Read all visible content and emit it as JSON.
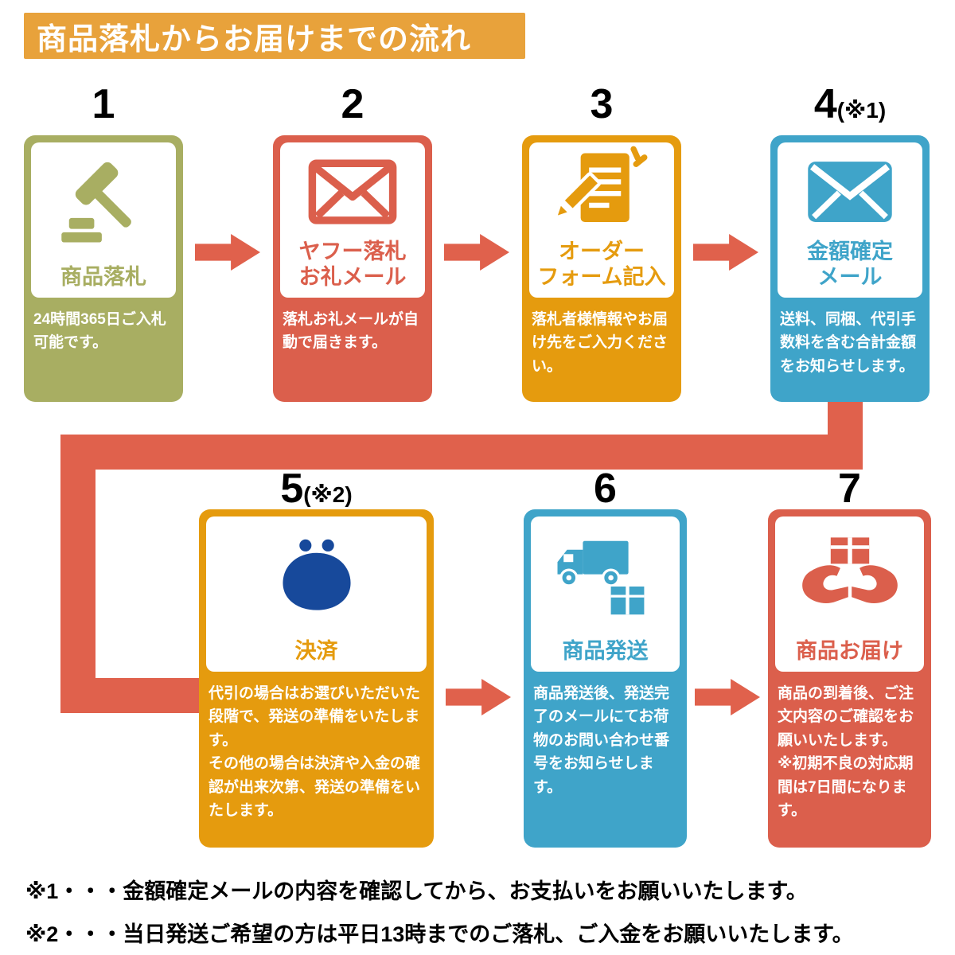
{
  "header": {
    "title": "商品落札からお届けまでの流れ"
  },
  "colors": {
    "header_bg": "#E8A23B",
    "arrow": "#E0614C",
    "purse_icon": "#17499B",
    "number_text": "#000000"
  },
  "steps": [
    {
      "number": "1",
      "note": "",
      "icon": "gavel-icon",
      "color": "#A8AE62",
      "title": "商品落札",
      "desc": "24時間365日ご入札可能です。"
    },
    {
      "number": "2",
      "note": "",
      "icon": "mail-outline-icon",
      "color": "#DB5F4C",
      "title": "ヤフー落札\nお礼メール",
      "desc": "落札お礼メールが自動で届きます。"
    },
    {
      "number": "3",
      "note": "",
      "icon": "order-form-pencil-icon",
      "color": "#E59B0E",
      "title": "オーダー\nフォーム記入",
      "desc": "落札者様情報やお届け先をご入力ください。"
    },
    {
      "number": "4",
      "note": "(※1)",
      "icon": "mail-solid-icon",
      "color": "#3FA4C9",
      "title": "金額確定\nメール",
      "desc": "送料、同梱、代引手数料を含む合計金額をお知らせします。"
    },
    {
      "number": "5",
      "note": "(※2)",
      "icon": "coin-purse-icon",
      "color": "#E59B0E",
      "title": "決済",
      "desc": "代引の場合はお選びいただいた段階で、発送の準備をいたします。\nその他の場合は決済や入金の確認が出来次第、発送の準備をいたします。"
    },
    {
      "number": "6",
      "note": "",
      "icon": "delivery-truck-icon",
      "color": "#3FA4C9",
      "title": "商品発送",
      "desc": "商品発送後、発送完了のメールにてお荷物のお問い合わせ番号をお知らせします。"
    },
    {
      "number": "7",
      "note": "",
      "icon": "hands-package-icon",
      "color": "#DB5F4C",
      "title": "商品お届け",
      "desc": "商品の到着後、ご注文内容のご確認をお願いいたします。\n※初期不良の対応期間は7日間になります。"
    }
  ],
  "footnotes": [
    "※1・・・金額確定メールの内容を確認してから、お支払いをお願いいたします。",
    "※2・・・当日発送ご希望の方は平日13時までのご落札、ご入金をお願いいたします。"
  ]
}
